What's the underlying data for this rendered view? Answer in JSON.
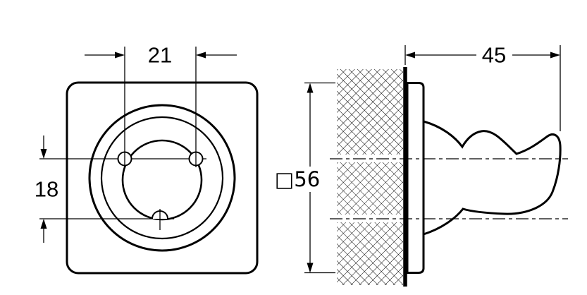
{
  "dimensions": {
    "hole_spacing_horizontal": "21",
    "hole_spacing_vertical": "18",
    "plate_size": "□56",
    "depth": "45"
  },
  "colors": {
    "line": "#000000",
    "background": "#ffffff"
  }
}
